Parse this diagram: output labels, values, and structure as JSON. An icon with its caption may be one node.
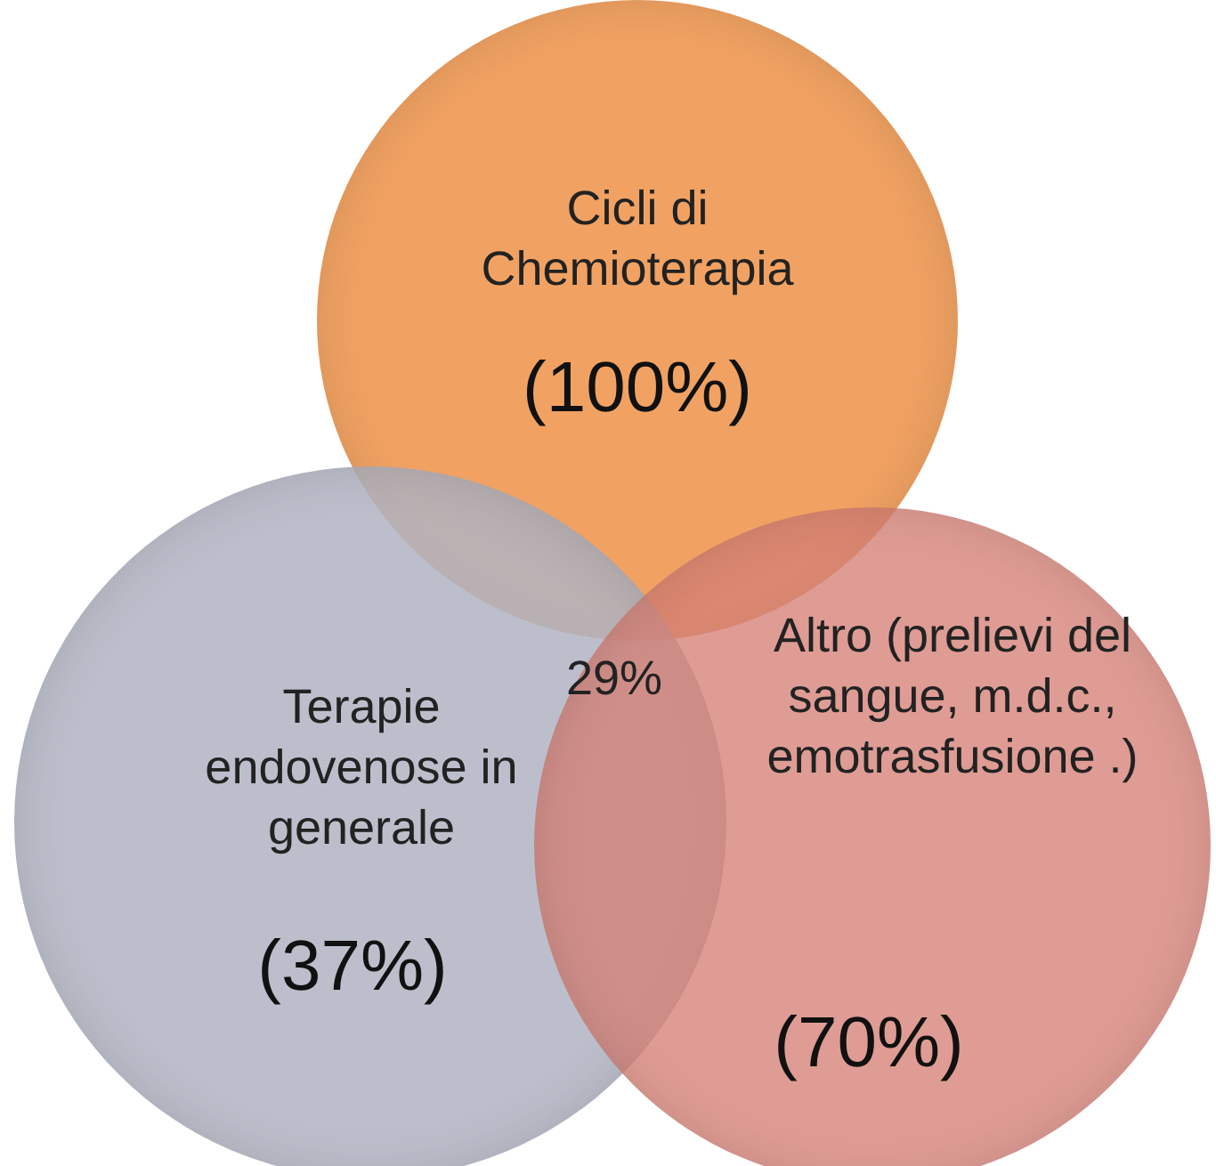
{
  "diagram": {
    "nodes": [
      {
        "text": [
          "Cicli di Chemioterapia",
          "(100%)"
        ]
      },
      {
        "text": [
          "Terapie endovenose in generale",
          "(37%)"
        ]
      },
      {
        "text": [
          "Altro (prelievi del sangue, m.d.c., emotrasfusione .)",
          "(70%)"
        ]
      }
    ],
    "labels": [
      "29%"
    ]
  }
}
